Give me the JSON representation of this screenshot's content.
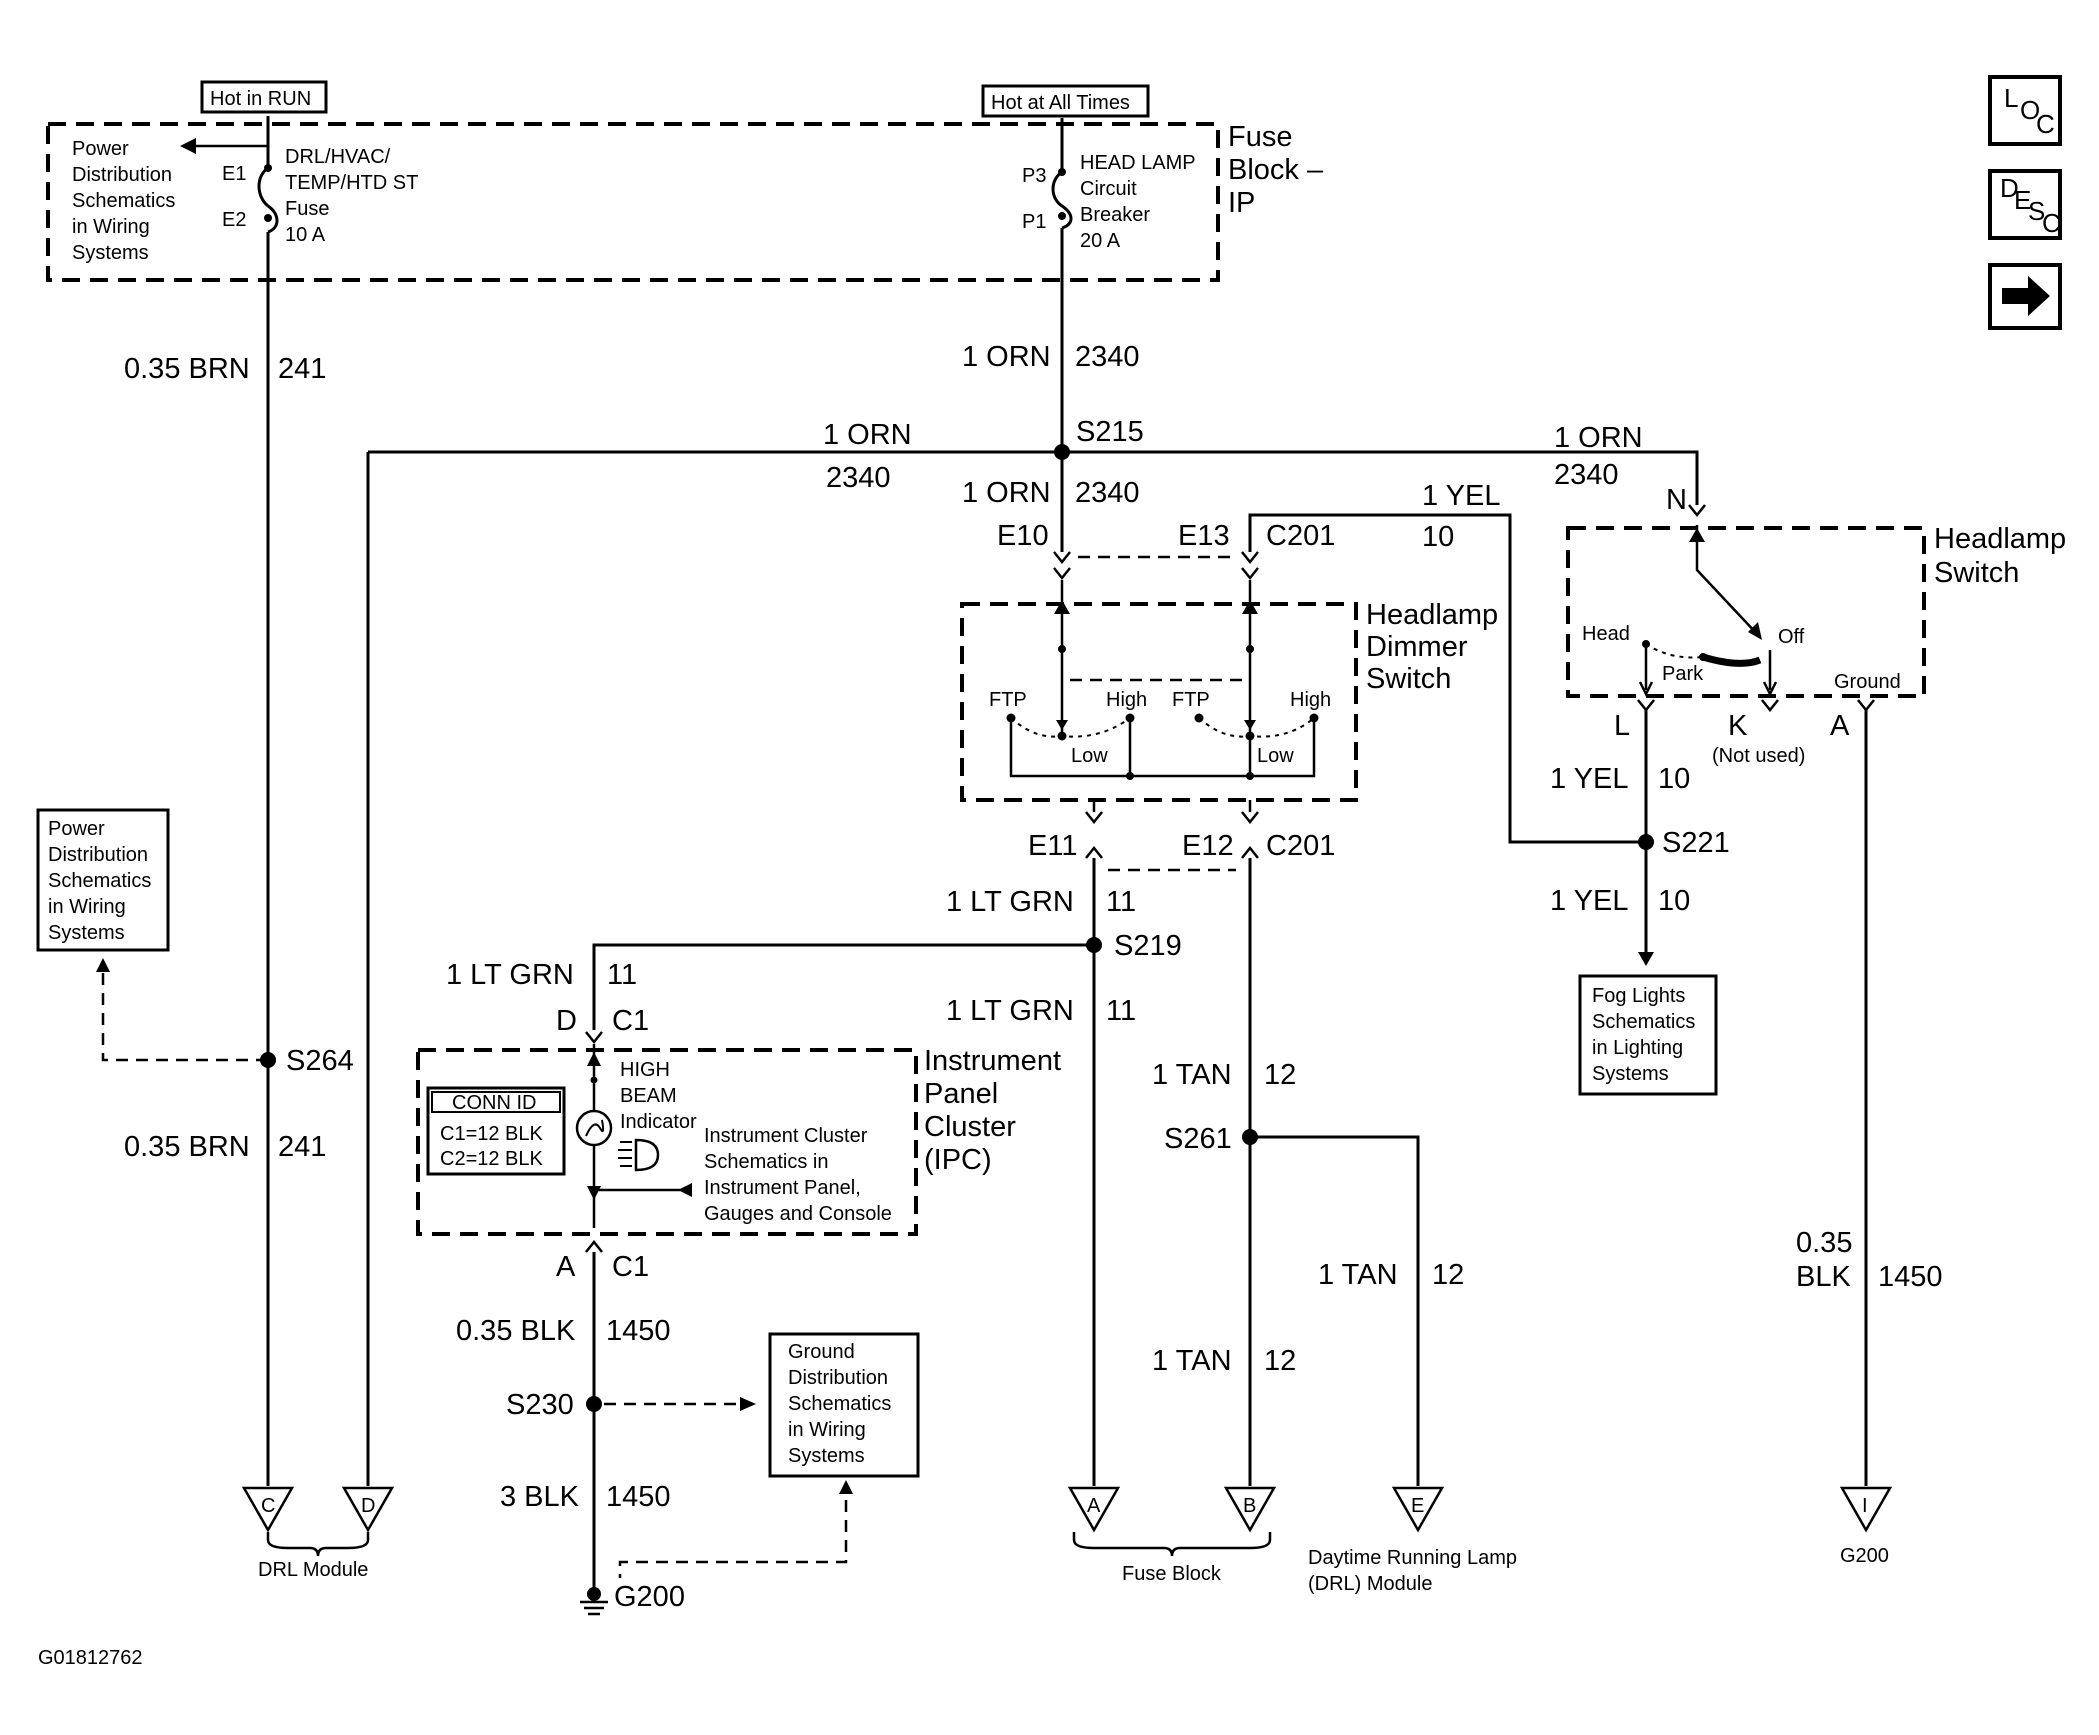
{
  "header": {
    "hot_run": "Hot in RUN",
    "hot_all": "Hot at All Times"
  },
  "nav": {
    "loc": [
      "L",
      "O",
      "C"
    ],
    "desc": [
      "D",
      "E",
      "S",
      "C"
    ]
  },
  "fuse_block": {
    "title": [
      "Fuse",
      "Block –",
      "IP"
    ],
    "power_ref": [
      "Power",
      "Distribution",
      "Schematics",
      "in Wiring",
      "Systems"
    ],
    "fuse_pins": [
      "E1",
      "E2"
    ],
    "fuse_label": [
      "DRL/HVAC/",
      "TEMP/HTD ST",
      "Fuse",
      "10 A"
    ],
    "cb_pins": [
      "P3",
      "P1"
    ],
    "cb_label": [
      "HEAD LAMP",
      "Circuit",
      "Breaker",
      "20 A"
    ]
  },
  "wires": {
    "brn_top": [
      "0.35 BRN",
      "241"
    ],
    "orn_top": [
      "1 ORN",
      "2340"
    ],
    "s215": "S215",
    "orn_left": [
      "1 ORN",
      "2340"
    ],
    "orn_right": [
      "1 ORN",
      "2340"
    ],
    "orn_down": [
      "1 ORN",
      "2340"
    ],
    "yel_top": [
      "1 YEL",
      "10"
    ],
    "e10": "E10",
    "e13": "E13",
    "c201_top": "C201",
    "n_pin": "N",
    "e11": "E11",
    "e12": "E12",
    "c201_bot": "C201",
    "ltgrn_1": [
      "1 LT GRN",
      "11"
    ],
    "s219": "S219",
    "ltgrn_2": [
      "1 LT GRN",
      "11"
    ],
    "ltgrn_3": [
      "1 LT GRN",
      "11"
    ],
    "d_c1": [
      "D",
      "C1"
    ],
    "a_c1": [
      "A",
      "C1"
    ],
    "tan_1": [
      "1 TAN",
      "12"
    ],
    "s261": "S261",
    "tan_2": [
      "1 TAN",
      "12"
    ],
    "tan_3": [
      "1 TAN",
      "12"
    ],
    "yel_l": [
      "1 YEL",
      "10"
    ],
    "s221": "S221",
    "yel_2": [
      "1 YEL",
      "10"
    ],
    "l_pin": "L",
    "k_pin": "K",
    "not_used": "(Not used)",
    "a_pin": "A",
    "blk_r": [
      "0.35",
      "BLK",
      "1450"
    ],
    "s264": "S264",
    "brn_mid": [
      "0.35 BRN",
      "241"
    ],
    "blk_1": [
      "0.35 BLK",
      "1450"
    ],
    "s230": "S230",
    "blk_2": [
      "3 BLK",
      "1450"
    ],
    "g200_ground": "G200"
  },
  "dimmer": {
    "title": [
      "Headlamp",
      "Dimmer",
      "Switch"
    ],
    "ftp": "FTP",
    "high": "High",
    "low": "Low"
  },
  "headlamp_switch": {
    "title": [
      "Headlamp",
      "Switch"
    ],
    "head": "Head",
    "park": "Park",
    "off": "Off",
    "ground": "Ground"
  },
  "ipc": {
    "title": [
      "Instrument",
      "Panel",
      "Cluster",
      "(IPC)"
    ],
    "conn_id": "CONN ID",
    "c1": "C1=12 BLK",
    "c2": "C2=12 BLK",
    "indicator": [
      "HIGH",
      "BEAM",
      "Indicator"
    ],
    "cluster_ref": [
      "Instrument Cluster",
      "Schematics in",
      "Instrument Panel,",
      "Gauges and Console"
    ]
  },
  "refs": {
    "power_left": [
      "Power",
      "Distribution",
      "Schematics",
      "in Wiring",
      "Systems"
    ],
    "fog": [
      "Fog Lights",
      "Schematics",
      "in Lighting",
      "Systems"
    ],
    "ground_dist": [
      "Ground",
      "Distribution",
      "Schematics",
      "in Wiring",
      "Systems"
    ]
  },
  "connectors": {
    "c": "C",
    "d": "D",
    "a": "A",
    "b": "B",
    "e": "E",
    "i": "I",
    "drl_module": "DRL Module",
    "fuse_block": "Fuse Block",
    "drl_lamp": [
      "Daytime Running Lamp",
      "(DRL) Module"
    ],
    "g200": "G200"
  },
  "footer": {
    "code": "G01812762"
  }
}
